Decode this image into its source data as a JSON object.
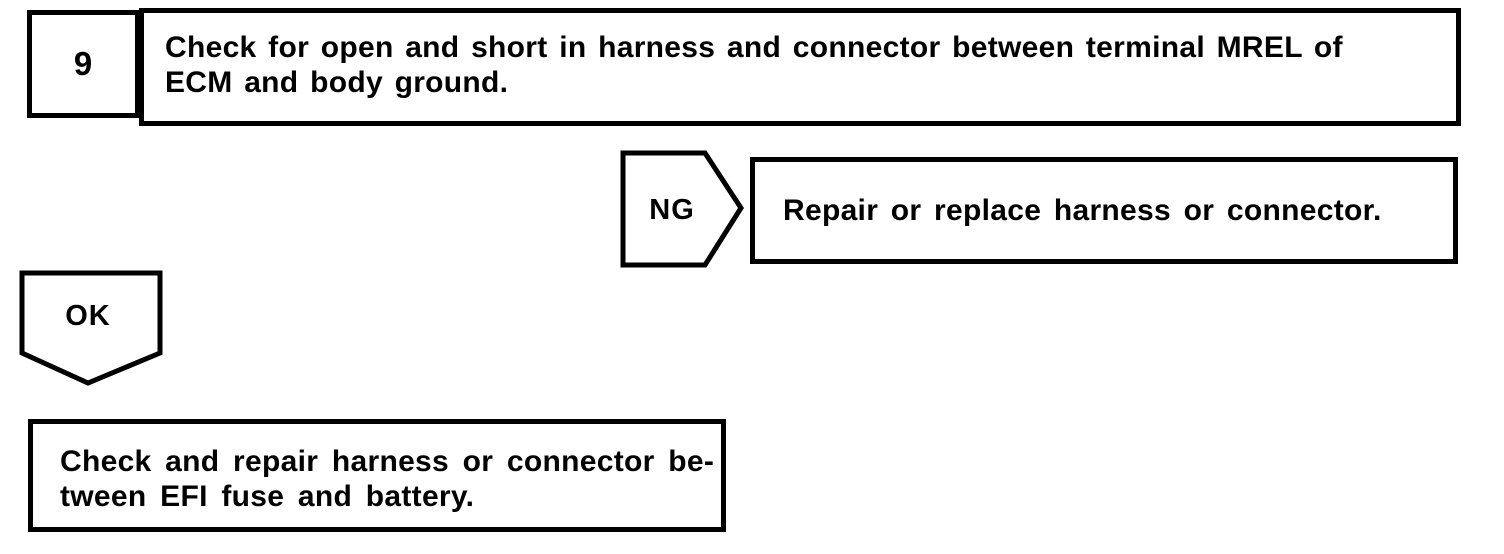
{
  "page": {
    "background_color": "#ffffff",
    "ink_color": "#000000"
  },
  "flowchart": {
    "step": {
      "number": "9",
      "instruction_lines": [
        "Check for open and short in harness and connector between terminal MREL of",
        "ECM and body ground."
      ]
    },
    "ng_branch": {
      "label": "NG",
      "result": "Repair or replace harness or connector."
    },
    "ok_branch": {
      "label": "OK",
      "result_lines": [
        "Check and repair harness or connector be-",
        "tween EFI fuse and battery."
      ]
    }
  }
}
